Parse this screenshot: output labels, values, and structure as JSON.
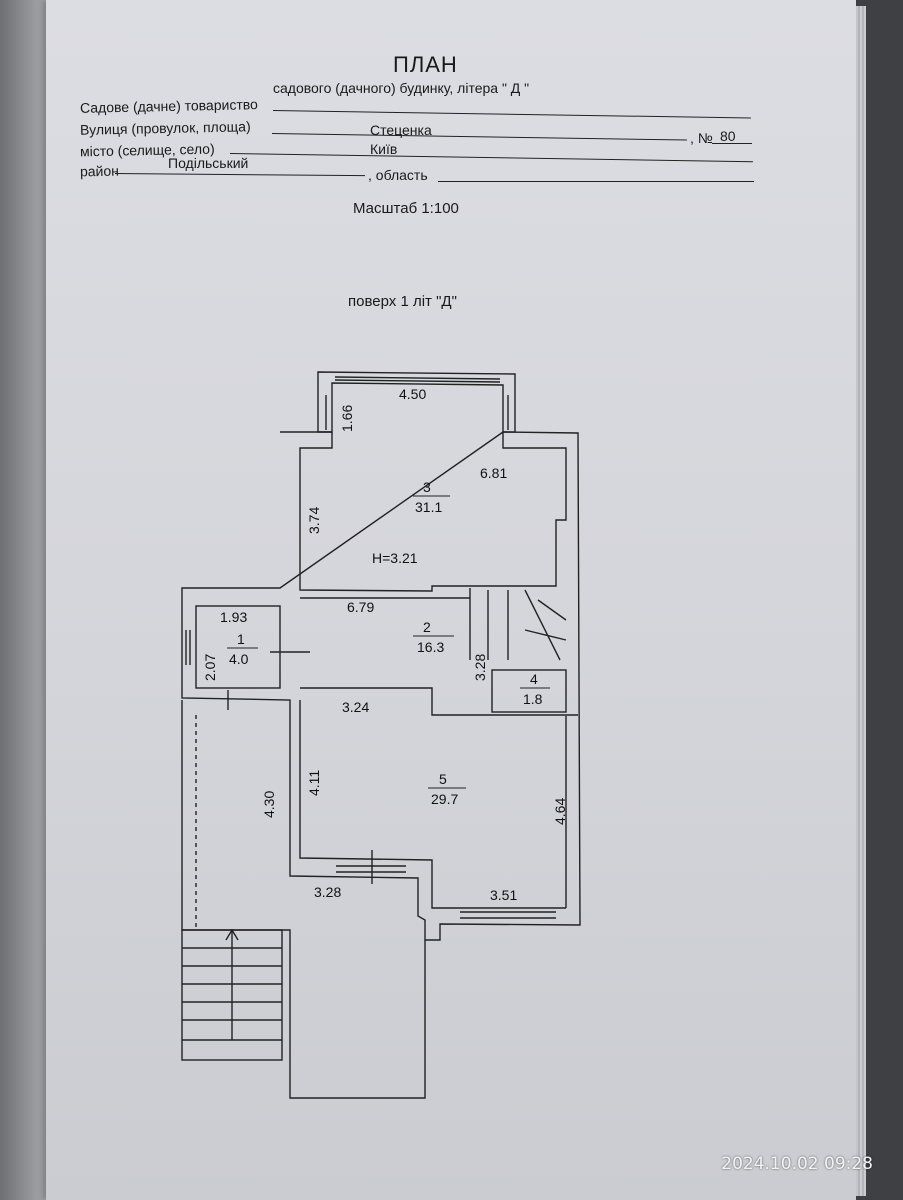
{
  "header": {
    "title": "ПЛАН",
    "subtitle": "садового (дачного) будинку, літера  \"  Д  \""
  },
  "fields": {
    "society_label": "Садове (дачне) товариство",
    "street_label": "Вулиця (провулок, площа)",
    "street_value": "Стеценка",
    "number_label": ", №",
    "number_value": "80",
    "city_label": "місто (селище, село)",
    "city_value": "Київ",
    "district_label": "район",
    "district_value": "Подільський",
    "region_label": ", область"
  },
  "scale": "Масштаб 1:100",
  "floor_label": "поверх 1 літ \"Д\"",
  "rooms": [
    {
      "number": "1",
      "area": "4.0"
    },
    {
      "number": "2",
      "area": "16.3"
    },
    {
      "number": "3",
      "area": "31.1"
    },
    {
      "number": "4",
      "area": "1.8"
    },
    {
      "number": "5",
      "area": "29.7"
    }
  ],
  "ceiling_height": "H=3.21",
  "dimensions": {
    "bay_width": "4.50",
    "bay_depth": "1.66",
    "room3_right": "6.81",
    "room3_left": "3.74",
    "room2_top": "6.79",
    "room1_width": "1.93",
    "room1_depth": "2.07",
    "room2_depth": "3.28",
    "room5_top": "3.24",
    "room5_left": "4.11",
    "room5_right": "4.64",
    "porch_depth": "4.30",
    "room5_bottom_left": "3.28",
    "room5_bottom_right": "3.51"
  },
  "timestamp": "2024.10.02 09:28"
}
